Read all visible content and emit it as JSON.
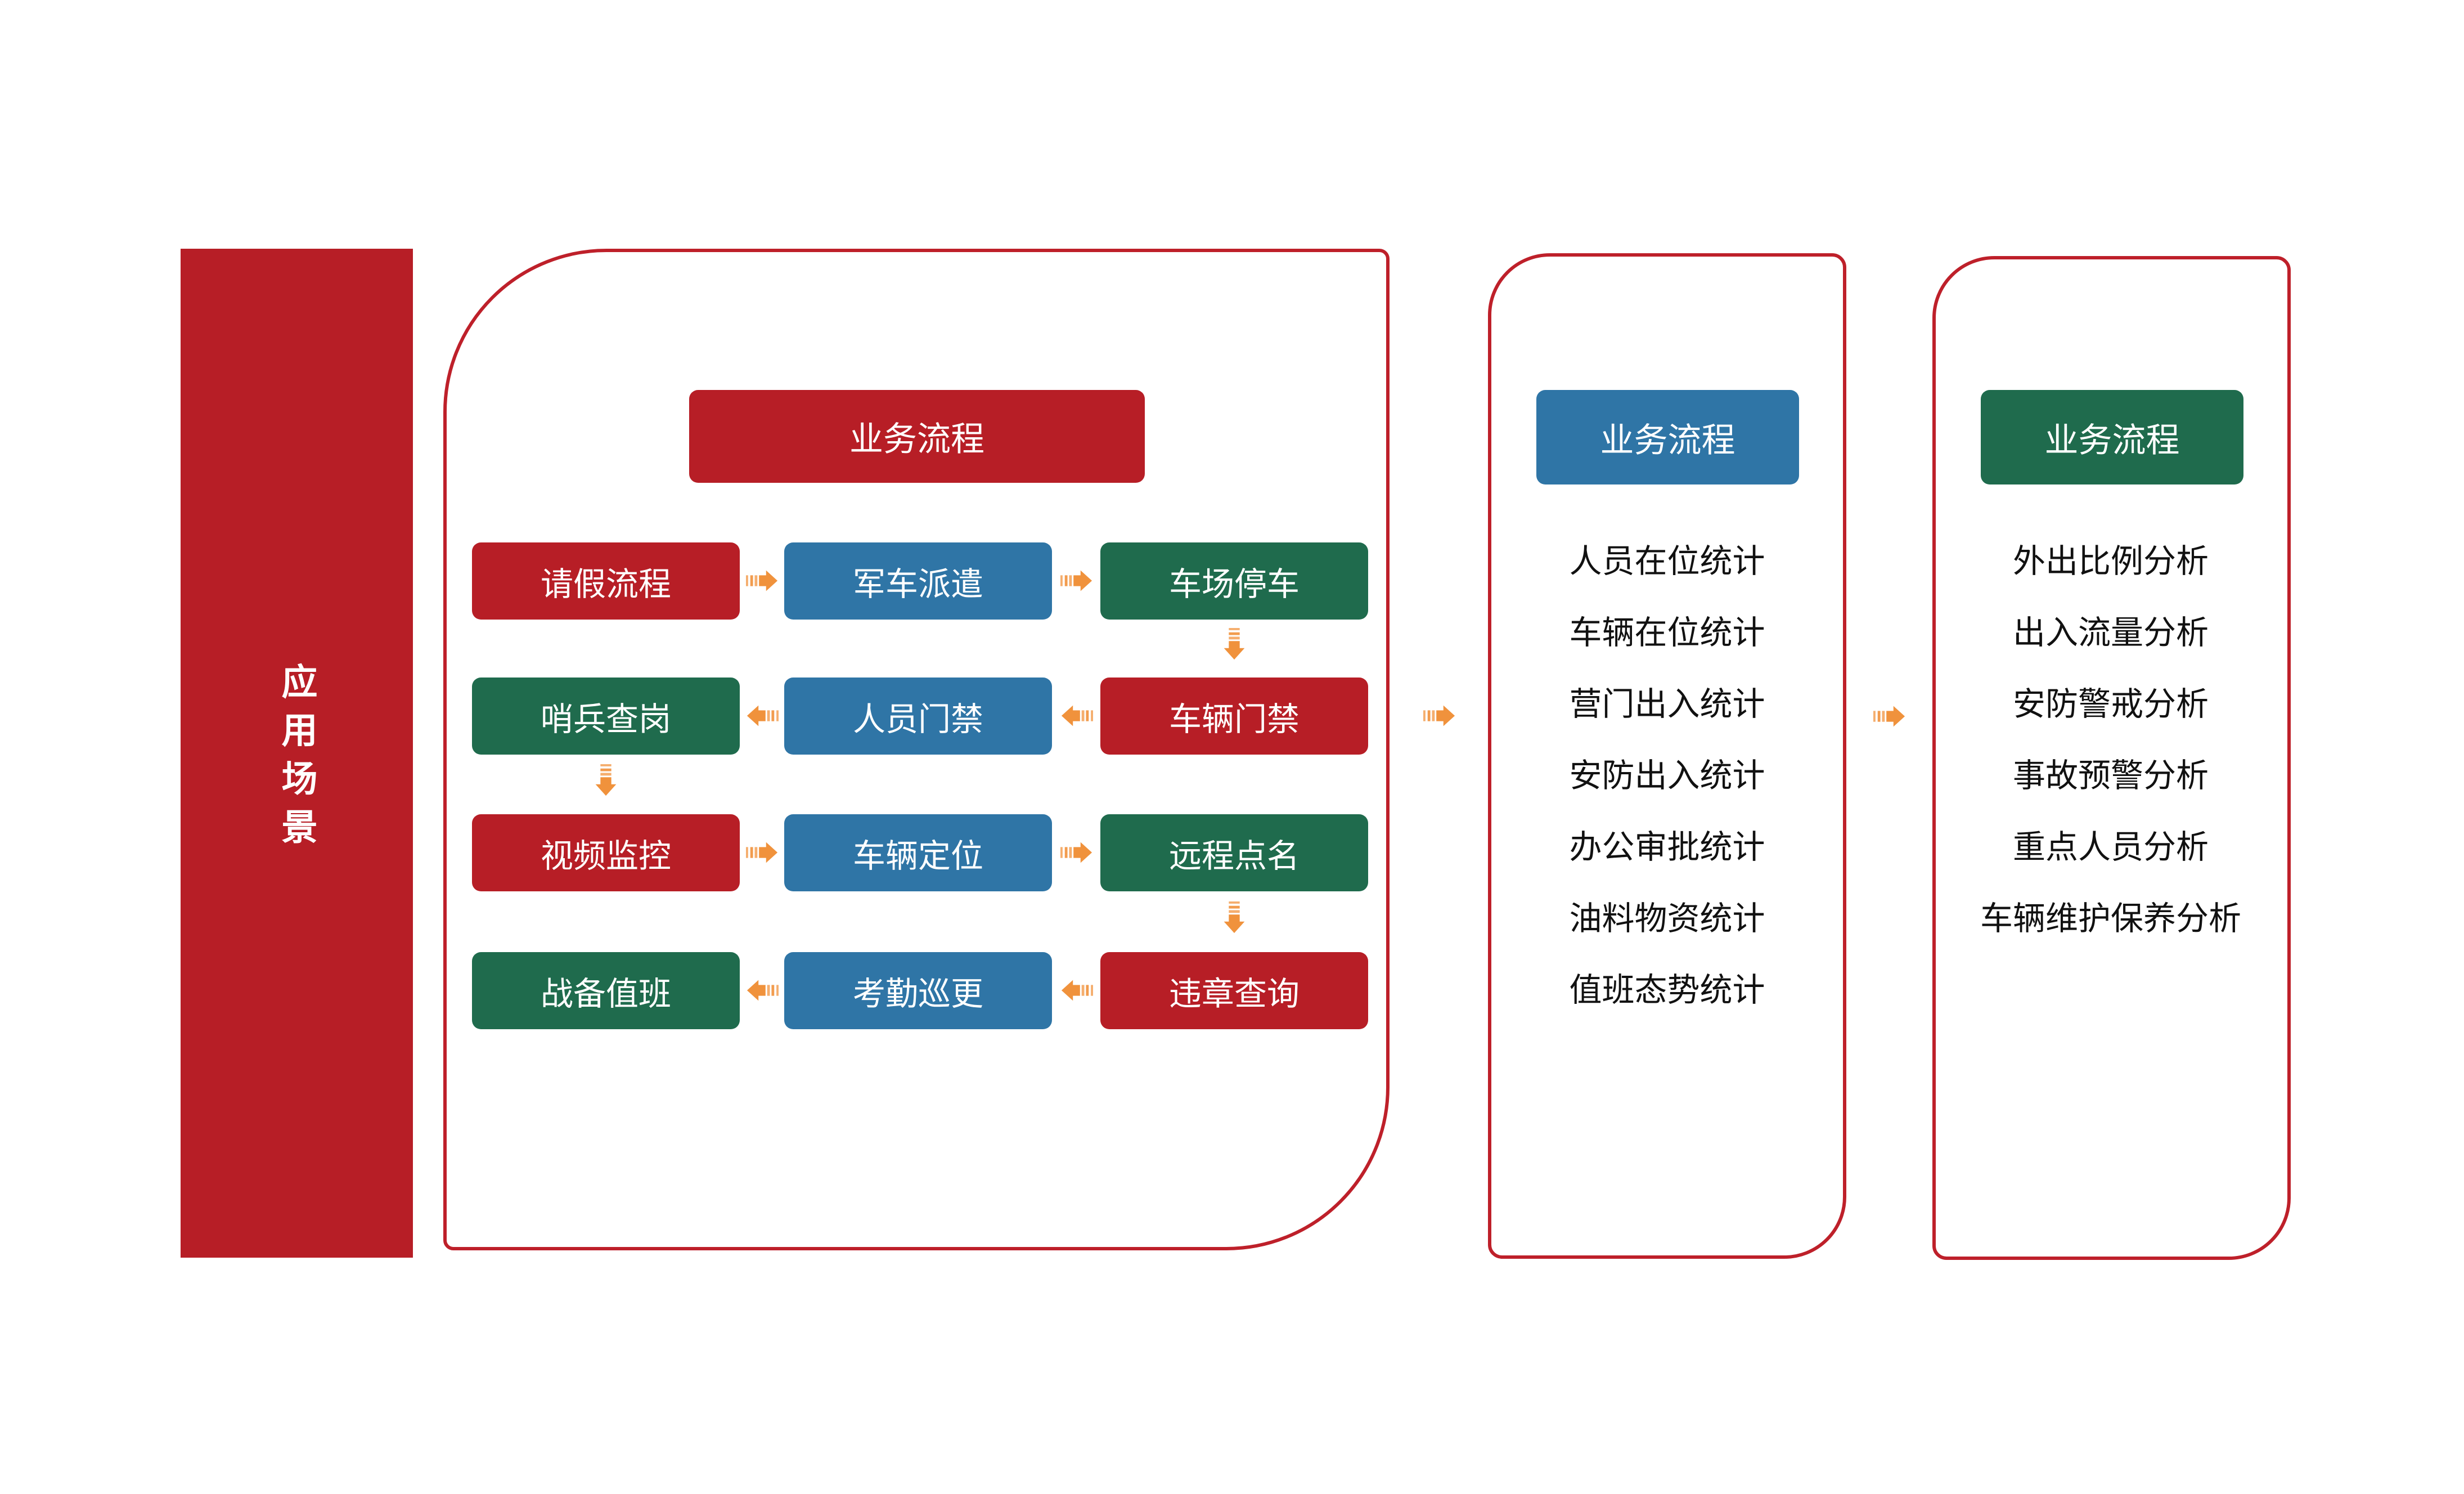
{
  "palette": {
    "red": "#B71E26",
    "blue": "#2F75A6",
    "green": "#1F6B4D",
    "orange": "#F0923C",
    "orange_light": "#F5AE6E",
    "panel_border_red": "#BE202A",
    "text_dark": "#111111",
    "text_light": "#FFFFFF"
  },
  "sidebar": {
    "label": "应用场景"
  },
  "flow_panel": {
    "header": "业务流程",
    "rows": [
      {
        "cells": [
          {
            "label": "请假流程"
          },
          {
            "label": "军车派遣"
          },
          {
            "label": "车场停车"
          }
        ],
        "arrow_direction": "right"
      },
      {
        "cells": [
          {
            "label": "哨兵查岗"
          },
          {
            "label": "人员门禁"
          },
          {
            "label": "车辆门禁"
          }
        ],
        "arrow_direction": "left"
      },
      {
        "cells": [
          {
            "label": "视频监控"
          },
          {
            "label": "车辆定位"
          },
          {
            "label": "远程点名"
          }
        ],
        "arrow_direction": "right"
      },
      {
        "cells": [
          {
            "label": "战备值班"
          },
          {
            "label": "考勤巡更"
          },
          {
            "label": "违章查询"
          }
        ],
        "arrow_direction": "left"
      }
    ]
  },
  "stats_panel": {
    "header": "业务流程",
    "items": [
      "人员在位统计",
      "车辆在位统计",
      "营门出入统计",
      "安防出入统计",
      "办公审批统计",
      "油料物资统计",
      "值班态势统计"
    ]
  },
  "analysis_panel": {
    "header": "业务流程",
    "items": [
      "外出比例分析",
      "出入流量分析",
      "安防警戒分析",
      "事故预警分析",
      "重点人员分析",
      "车辆维护保养分析"
    ]
  },
  "icons": {
    "striped_arrow_right": "striped-arrow-right-icon",
    "striped_arrow_left": "striped-arrow-left-icon",
    "striped_arrow_down": "striped-arrow-down-icon"
  }
}
